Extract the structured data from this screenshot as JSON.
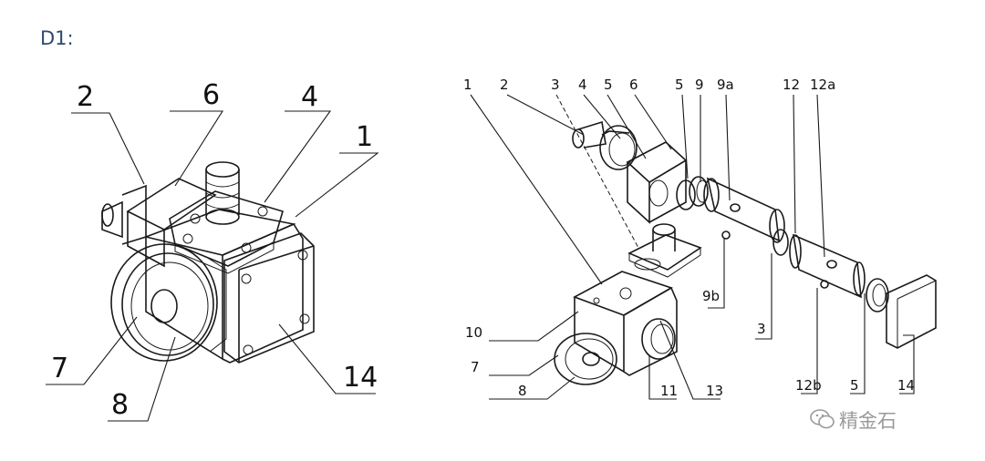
{
  "heading": "D1:",
  "watermark": "精金石",
  "assembled_view": {
    "labels": [
      "2",
      "6",
      "4",
      "1",
      "7",
      "8",
      "14"
    ]
  },
  "exploded_view": {
    "labels": [
      "1",
      "2",
      "3",
      "4",
      "5",
      "6",
      "5",
      "9",
      "9a",
      "12",
      "12a",
      "9b",
      "3",
      "12b",
      "5",
      "14",
      "10",
      "7",
      "8",
      "11",
      "13"
    ]
  }
}
